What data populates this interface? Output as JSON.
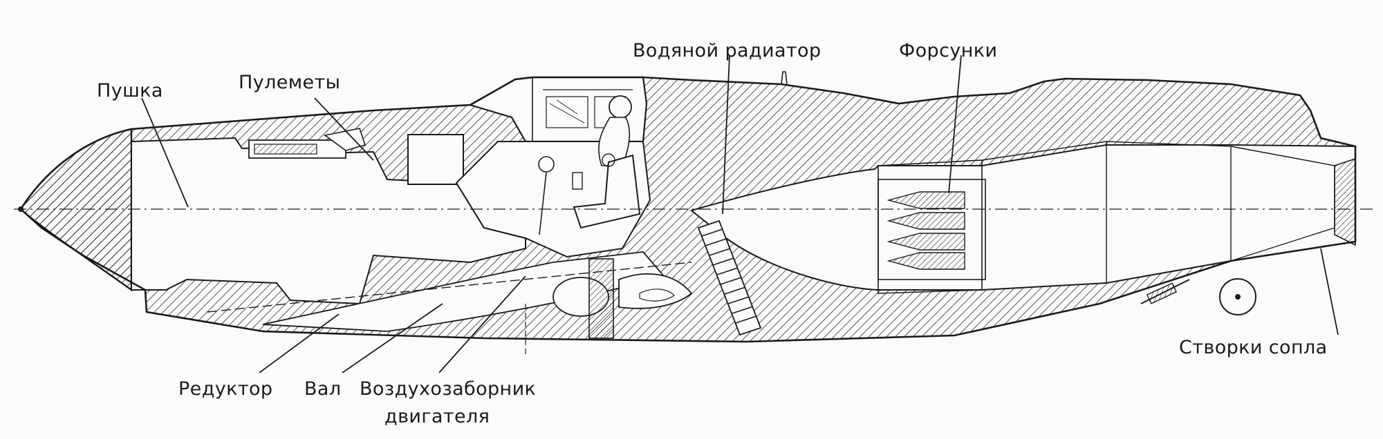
{
  "labels": {
    "pushka": "Пушка",
    "pulemety": "Пулеметы",
    "radiator": "Водяной радиатор",
    "forsunki": "Форсунки",
    "reduktor": "Редуктор",
    "val": "Вал",
    "vozdukh_line1": "Воздухозаборник",
    "vozdukh_line2": "двигателя",
    "stvorki": "Створки сопла"
  },
  "colors": {
    "ink": "#1a1a1a",
    "paper": "#fbfbf9",
    "hatch": "#2a2a2a"
  }
}
